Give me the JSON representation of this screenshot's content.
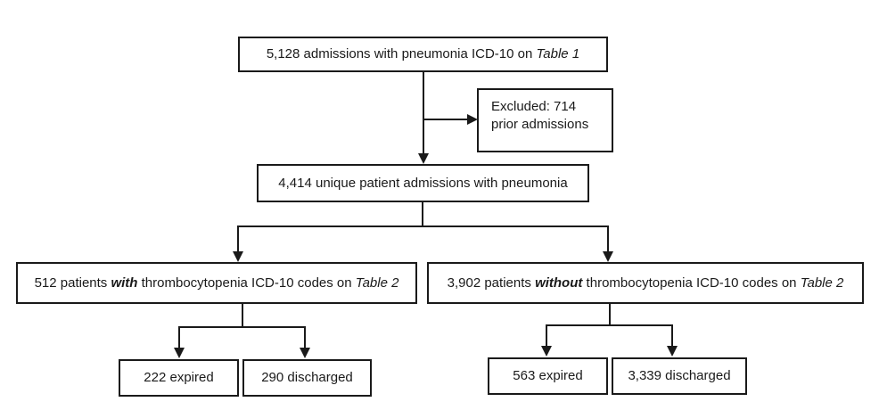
{
  "top": {
    "text": "5,128 admissions with pneumonia ICD-10 on ",
    "ref": "Table 1"
  },
  "excluded": {
    "line1": "Excluded: 714",
    "line2": "prior admissions"
  },
  "unique": {
    "text": "4,414 unique patient admissions with pneumonia"
  },
  "with_group": {
    "prefix": "512 patients ",
    "emph": "with",
    "middle": " thrombocytopenia ICD-10 codes on ",
    "ref": "Table 2"
  },
  "without_group": {
    "prefix": "3,902 patients ",
    "emph": "without",
    "middle": " thrombocytopenia ICD-10 codes on ",
    "ref": "Table 2"
  },
  "with_outcomes": {
    "expired": "222 expired",
    "discharged": "290 discharged"
  },
  "without_outcomes": {
    "expired": "563 expired",
    "discharged": "3,339 discharged"
  }
}
